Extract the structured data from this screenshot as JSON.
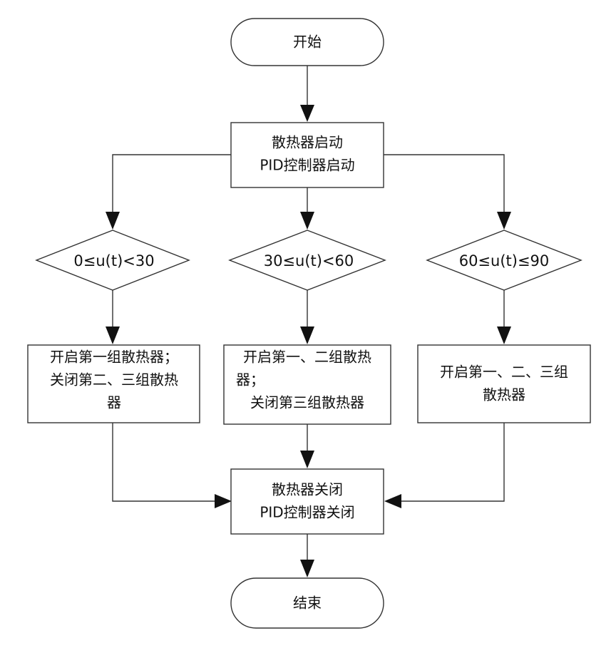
{
  "nodes": {
    "start": {
      "label": "开始"
    },
    "init": {
      "lines": [
        "散热器启动",
        "PID控制器启动"
      ]
    },
    "cond1": {
      "label": "0≤u(t)<30"
    },
    "cond2": {
      "label": "30≤u(t)<60"
    },
    "cond3": {
      "label": "60≤u(t)≤90"
    },
    "action1": {
      "lines": [
        "开启第一组散热器；",
        "关闭第二、三组散热",
        "器"
      ]
    },
    "action2": {
      "lines": [
        "开启第一、二组散热",
        "器；",
        "关闭第三组散热器"
      ]
    },
    "action3": {
      "lines": [
        "开启第一、二、三组",
        "散热器"
      ]
    },
    "shutdown": {
      "lines": [
        "散热器关闭",
        "PID控制器关闭"
      ]
    },
    "end": {
      "label": "结束"
    }
  },
  "edges": [
    {
      "from": "start",
      "to": "init"
    },
    {
      "from": "init",
      "to": "cond1"
    },
    {
      "from": "init",
      "to": "cond2"
    },
    {
      "from": "init",
      "to": "cond3"
    },
    {
      "from": "cond1",
      "to": "action1"
    },
    {
      "from": "cond2",
      "to": "action2"
    },
    {
      "from": "cond3",
      "to": "action3"
    },
    {
      "from": "action1",
      "to": "shutdown"
    },
    {
      "from": "action2",
      "to": "shutdown"
    },
    {
      "from": "action3",
      "to": "shutdown"
    },
    {
      "from": "shutdown",
      "to": "end"
    }
  ]
}
